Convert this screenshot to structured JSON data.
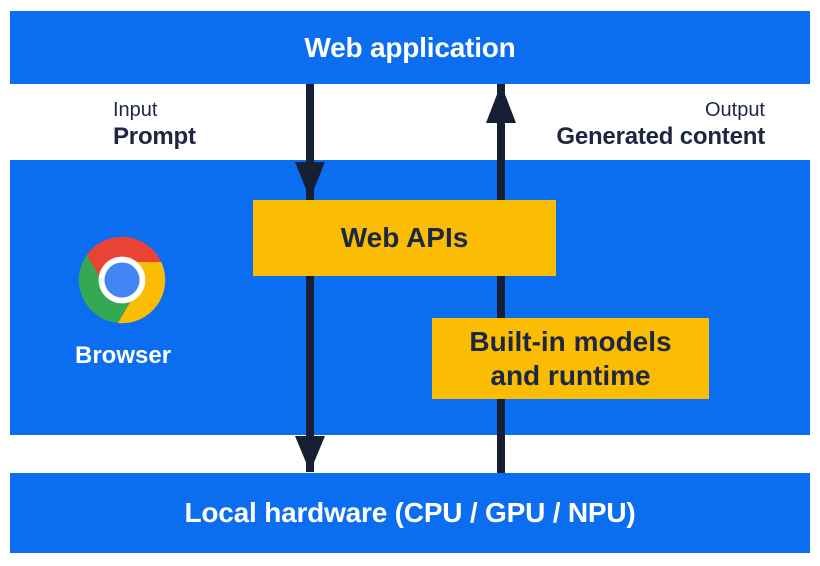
{
  "colors": {
    "panel_blue": "#0B6EF0",
    "box_yellow": "#FBBC04",
    "ink_navy": "#1C2742",
    "arrow_navy": "#161F33",
    "chrome_red": "#EA4335",
    "chrome_yellow": "#FBBC04",
    "chrome_green": "#34A853",
    "chrome_blue": "#4285F4",
    "white": "#FFFFFF"
  },
  "top_bar": {
    "label": "Web application"
  },
  "flow_labels": {
    "input_caption": "Input",
    "input_value": "Prompt",
    "output_caption": "Output",
    "output_value": "Generated content"
  },
  "browser": {
    "label": "Browser"
  },
  "middle": {
    "web_apis_label": "Web APIs",
    "builtin_label_line1": "Built-in models",
    "builtin_label_line2": "and runtime"
  },
  "bottom_bar": {
    "label": "Local hardware (CPU / GPU / NPU)"
  },
  "icons": {
    "browser": "chrome-logo-icon"
  }
}
